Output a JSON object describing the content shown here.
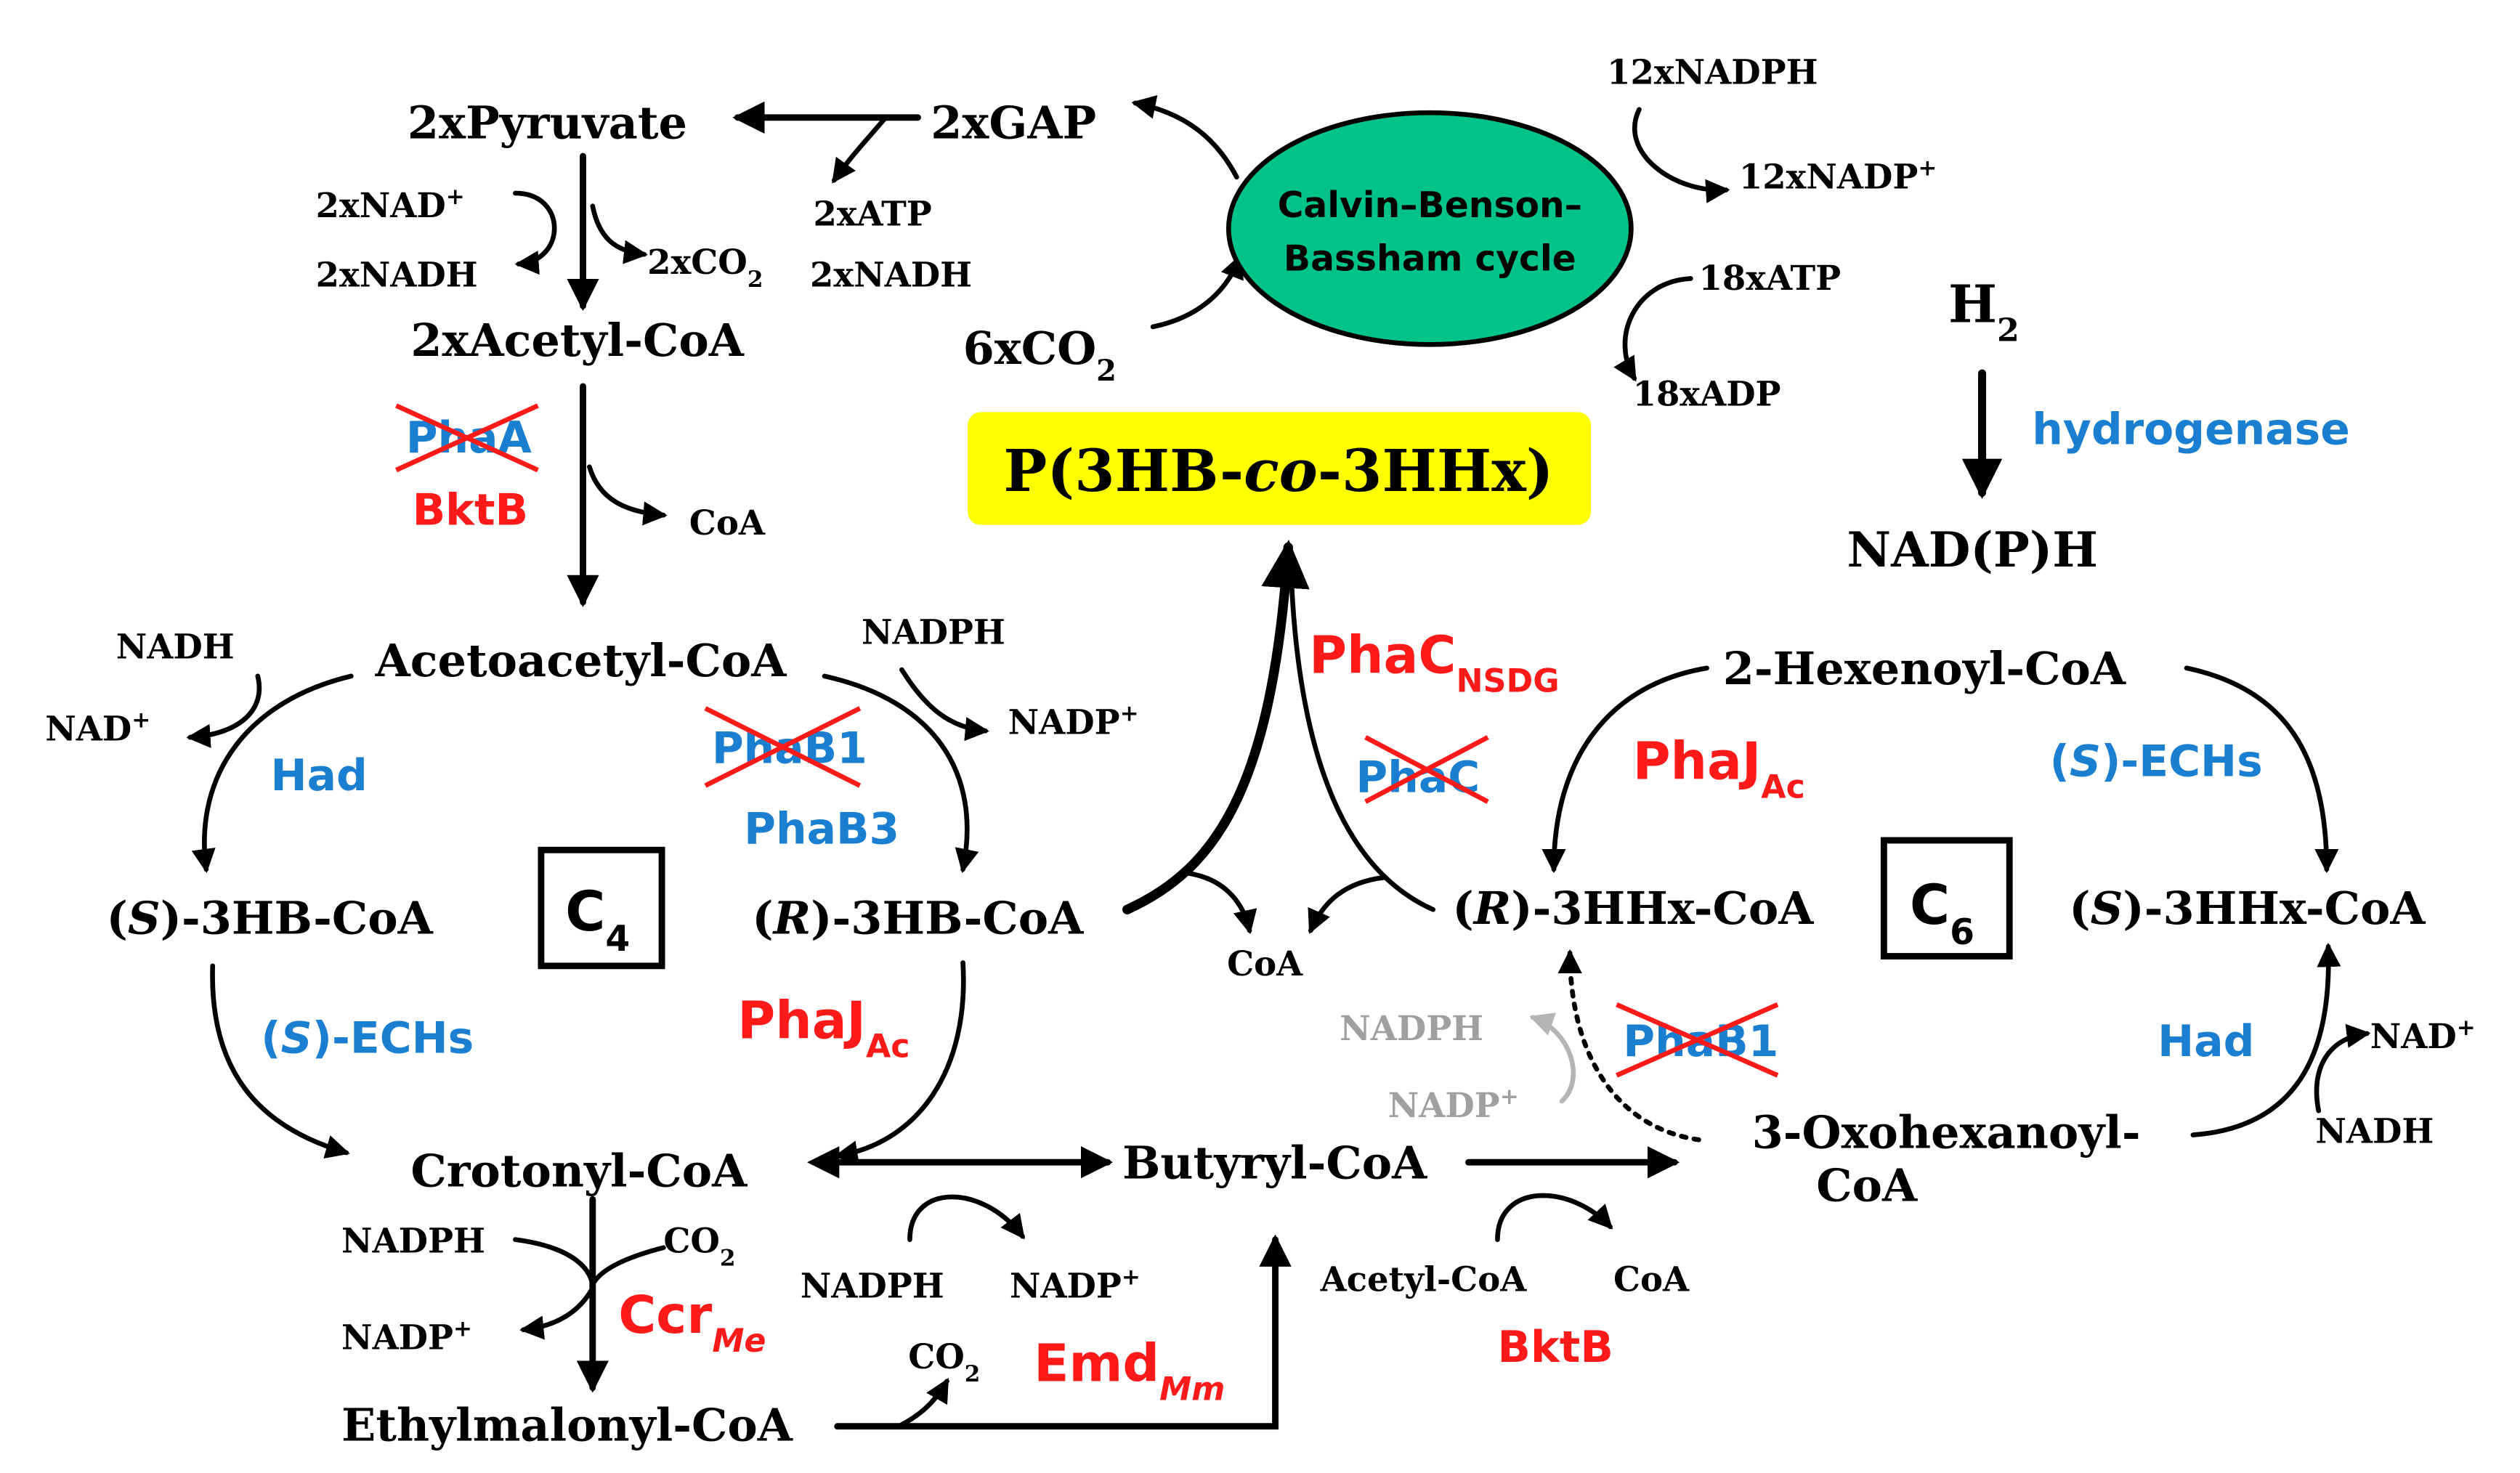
{
  "metabolites": {
    "pyruvate": "2xPyruvate",
    "gap": "2xGAP",
    "acetyl_coa_2x": "2xAcetyl-CoA",
    "nad_plus_2x": "2xNAD",
    "nadh_2x": "2xNADH",
    "co2_2x": "2xCO",
    "atp_2x": "2xATP",
    "nadh_2x_gap": "2xNADH",
    "nadph_12": "12xNADPH",
    "nadp_12": "12xNADP",
    "atp_18": "18xATP",
    "adp_18": "18xADP",
    "co2_6": "6xCO",
    "h2": "H",
    "nadph_total": "NAD(P)H",
    "coa_top": "CoA",
    "acetoacetyl_coa": "Acetoacetyl-CoA",
    "nadh_left": "NADH",
    "nad_plus_left": "NAD",
    "nadph_mid": "NADPH",
    "nadp_mid": "NADP",
    "s_3hb_coa": "-3HB-CoA",
    "r_3hb_coa": "-3HB-CoA",
    "coa_center": "CoA",
    "r_3hhx_coa": "-3HHx-CoA",
    "s_3hhx_coa": "-3HHx-CoA",
    "hexenoyl_coa": "2-Hexenoyl-CoA",
    "crotonyl_coa": "Crotonyl-CoA",
    "butyryl_coa": "Butyryl-CoA",
    "oxohexanoyl_coa_1": "3-Oxohexanoyl-",
    "oxohexanoyl_coa_2": "CoA",
    "nadph_ccr": "NADPH",
    "co2_ccr": "CO",
    "nadp_ccr": "NADP",
    "ethylmalonyl_coa": "Ethylmalonyl-CoA",
    "co2_emd": "CO",
    "nadph_butyryl": "NADPH",
    "nadp_butyryl": "NADP",
    "acetyl_coa_bktb": "Acetyl-CoA",
    "coa_bktb": "CoA",
    "nadph_grey": "NADPH",
    "nadp_grey": "NADP",
    "nad_plus_right": "NAD",
    "nadh_right": "NADH"
  },
  "superscripts": {
    "plus": "+",
    "two": "2"
  },
  "stereo": {
    "s": "S",
    "r": "R"
  },
  "product": {
    "prefix": "P(3HB-",
    "italic": "co",
    "suffix": "-3HHx)"
  },
  "cycle": {
    "line1": "Calvin–Benson–",
    "line2": "Bassham cycle"
  },
  "chain_labels": {
    "c": "C",
    "c4_sub": "4",
    "c6_sub": "6"
  },
  "enzymes": {
    "hydrogenase": "hydrogenase",
    "phaA_deleted": "PhaA",
    "bktB_top": "BktB",
    "had_left": "Had",
    "phaB1_deleted_top": "PhaB1",
    "phaB3": "PhaB3",
    "phaC_main": "PhaC",
    "phaC_main_sub": "NSDG",
    "phaC_deleted": "PhaC",
    "phaJ_right": "PhaJ",
    "phaJ_right_sub": "Ac",
    "echs_right_prefix": "(",
    "echs_right_s": "S",
    "echs_right_suffix": ")-ECHs",
    "echs_left_prefix": "(",
    "echs_left_s": "S",
    "echs_left_suffix": ")-ECHs",
    "phaJ_left": "PhaJ",
    "phaJ_left_sub": "Ac",
    "phaB1_deleted_bottom": "PhaB1",
    "had_right": "Had",
    "ccr": "Ccr",
    "ccr_sub": "Me",
    "emd": "Emd",
    "emd_sub": "Mm",
    "bktB_bottom": "BktB"
  },
  "colors": {
    "enzyme_blue": "#1a7fd0",
    "enzyme_red": "#ff1a1a",
    "cycle_green": "#00c38a",
    "product_yellow": "#ffff00",
    "inactive_grey": "#a0a0a0"
  }
}
